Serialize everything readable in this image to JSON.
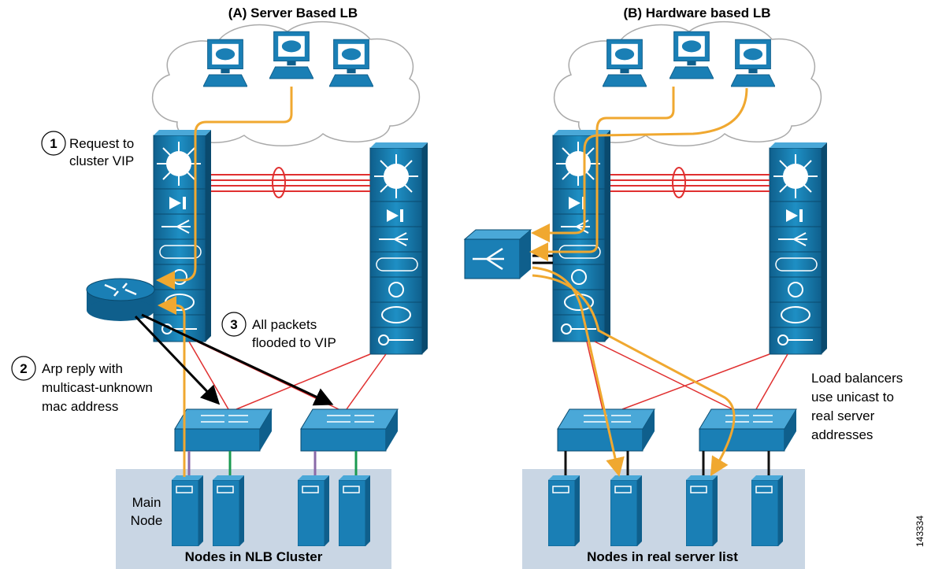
{
  "panel_a": {
    "title": "(A) Server Based LB",
    "cluster_label": "Nodes in NLB Cluster",
    "main_node_line1": "Main",
    "main_node_line2": "Node",
    "steps": [
      {
        "num": "1",
        "line1": "Request to",
        "line2": "cluster VIP"
      },
      {
        "num": "2",
        "line1": "Arp reply with",
        "line2": "multicast-unknown",
        "line3": "mac address"
      },
      {
        "num": "3",
        "line1": "All packets",
        "line2": "flooded to VIP"
      }
    ]
  },
  "panel_b": {
    "title": "(B) Hardware based LB",
    "cluster_label": "Nodes in real server list",
    "note_lines": [
      "Load balancers",
      "use unicast to",
      "real server",
      "addresses"
    ]
  },
  "figure_id": "143334",
  "colors": {
    "device_blue": "#1a7fb5",
    "device_dark": "#0f5f8c",
    "flow_orange": "#f0a830",
    "link_red": "#e03030",
    "arrow_black": "#000000",
    "cluster_bg": "#c9d6e4",
    "purple_link": "#8a6aa8",
    "green_link": "#1a9a50"
  }
}
